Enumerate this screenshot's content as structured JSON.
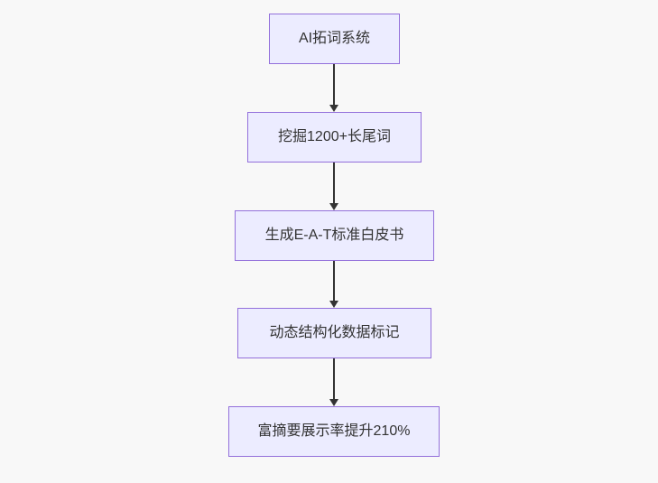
{
  "flowchart": {
    "type": "flowchart",
    "direction": "top-down",
    "nodes": [
      {
        "id": "n1",
        "label": "AI拓词系统"
      },
      {
        "id": "n2",
        "label": "挖掘1200+长尾词"
      },
      {
        "id": "n3",
        "label": "生成E-A-T标准白皮书"
      },
      {
        "id": "n4",
        "label": "动态结构化数据标记"
      },
      {
        "id": "n5",
        "label": "富摘要展示率提升210%"
      }
    ],
    "edges": [
      {
        "from": "n1",
        "to": "n2"
      },
      {
        "from": "n2",
        "to": "n3"
      },
      {
        "from": "n3",
        "to": "n4"
      },
      {
        "from": "n4",
        "to": "n5"
      }
    ],
    "colors": {
      "node_fill": "#ECECFF",
      "node_border": "#9370DB",
      "edge": "#333333",
      "text": "#333333",
      "background": "#f8f8f8"
    }
  }
}
